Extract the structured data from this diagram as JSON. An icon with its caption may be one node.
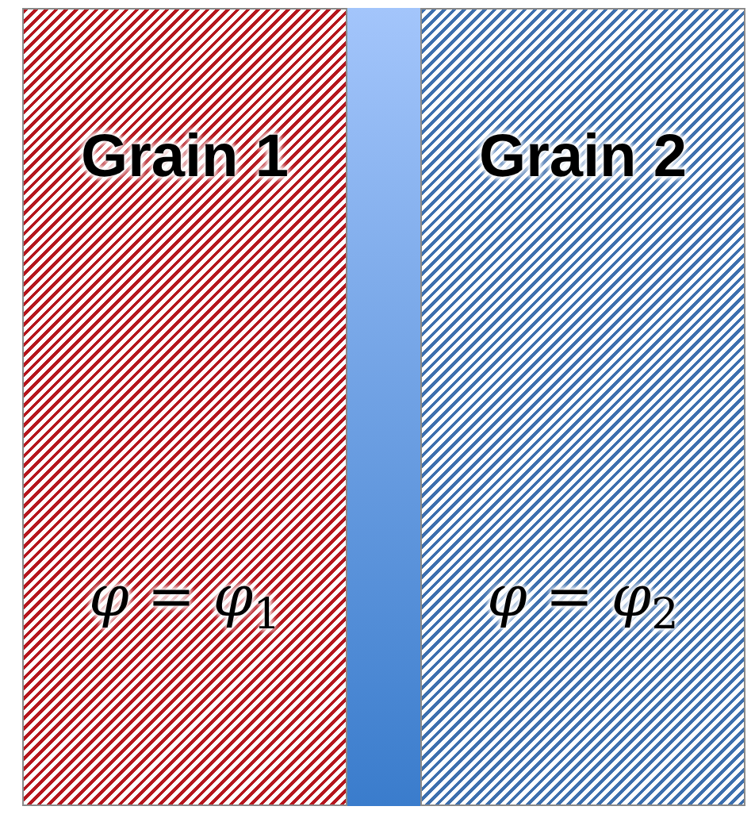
{
  "diagram": {
    "nodes": [
      {
        "text": [
          "Grain 1",
          "φ = φ$_{1}$"
        ]
      },
      {
        "text": [],
        "shape": "bar"
      },
      {
        "text": [
          "Grain 2",
          "φ = φ$_{2}$"
        ]
      }
    ]
  }
}
